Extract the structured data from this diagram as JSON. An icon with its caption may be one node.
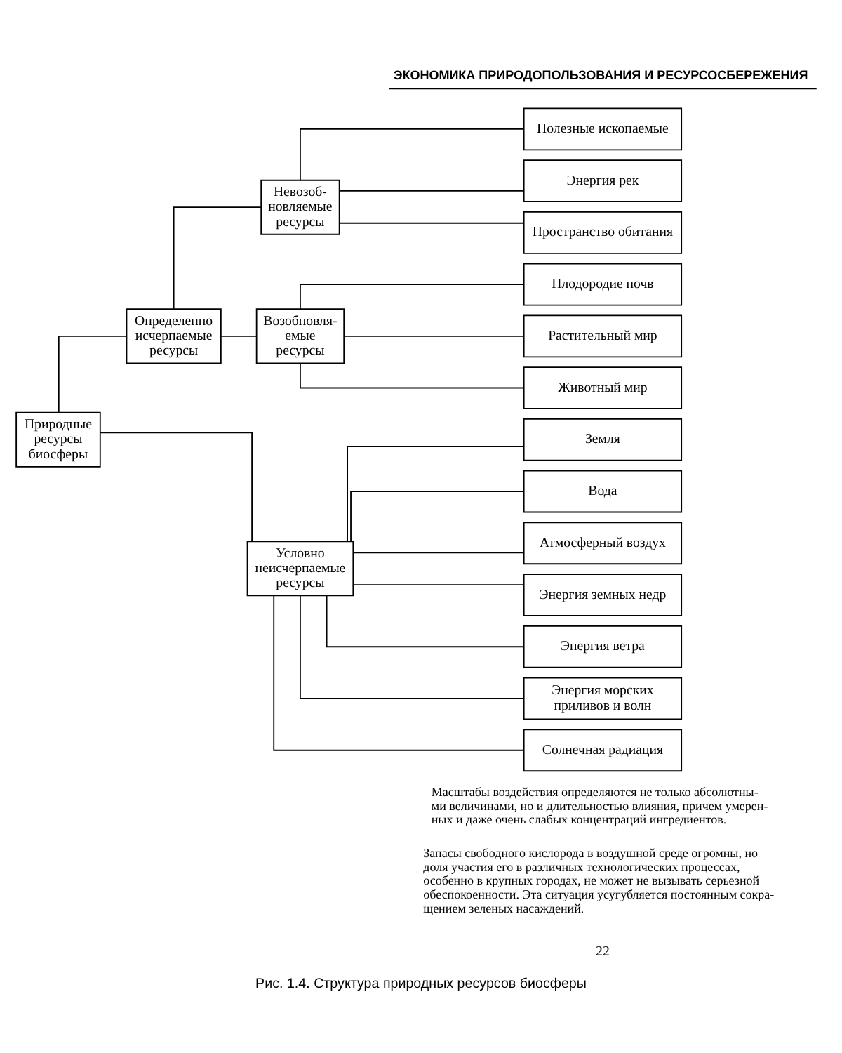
{
  "diagram": {
    "caption": "Рис. 1.4. Структура природных ресурсов биосферы",
    "nodes": [
      {
        "text": [
          "Природные ресурсы биосферы"
        ]
      },
      {
        "text": [
          "Определенно исчерпаемые ресурсы"
        ]
      },
      {
        "text": [
          "Невозоб- новляемые ресурсы"
        ]
      },
      {
        "text": [
          "Полезные ископаемые"
        ]
      },
      {
        "text": [
          "Энергия рек"
        ]
      },
      {
        "text": [
          "Пространство обитания"
        ]
      },
      {
        "text": [
          "Возобновля- емые ресурсы"
        ]
      },
      {
        "text": [
          "Плодородие почв"
        ]
      },
      {
        "text": [
          "Растительный мир"
        ]
      },
      {
        "text": [
          "Животный мир"
        ]
      },
      {
        "text": [
          "Условно неисчерпаемые ресурсы"
        ]
      },
      {
        "text": [
          "Земля"
        ]
      },
      {
        "text": [
          "Вода"
        ]
      },
      {
        "text": [
          "Атмосферный воздух"
        ]
      },
      {
        "text": [
          "Энергия земных недр"
        ]
      },
      {
        "text": [
          "Энергия ветра"
        ]
      },
      {
        "text": [
          "Энергия морских приливов и волн"
        ]
      },
      {
        "text": [
          "Солнечная радиация"
        ]
      }
    ],
    "edges": [
      {
        "from": 0,
        "to": 1,
        "arrow": "none"
      },
      {
        "from": 0,
        "to": 10,
        "arrow": "none"
      },
      {
        "from": 1,
        "to": 2,
        "arrow": "none"
      },
      {
        "from": 1,
        "to": 6,
        "arrow": "none"
      },
      {
        "from": 2,
        "to": 3,
        "arrow": "none"
      },
      {
        "from": 2,
        "to": 4,
        "arrow": "none"
      },
      {
        "from": 2,
        "to": 5,
        "arrow": "none"
      },
      {
        "from": 6,
        "to": 7,
        "arrow": "none"
      },
      {
        "from": 6,
        "to": 8,
        "arrow": "none"
      },
      {
        "from": 6,
        "to": 9,
        "arrow": "none"
      },
      {
        "from": 10,
        "to": 11,
        "arrow": "none"
      },
      {
        "from": 10,
        "to": 12,
        "arrow": "none"
      },
      {
        "from": 10,
        "to": 13,
        "arrow": "none"
      },
      {
        "from": 10,
        "to": 14,
        "arrow": "none"
      },
      {
        "from": 10,
        "to": 15,
        "arrow": "none"
      },
      {
        "from": 10,
        "to": 16,
        "arrow": "none"
      },
      {
        "from": 10,
        "to": 17,
        "arrow": "none"
      }
    ],
    "labels": [
      "ЭКОНОМИКА ПРИРОДОПОЛЬЗОВАНИЯ И РЕСУРСОСБЕРЕЖЕНИЯ",
      "Масштабы воздействия определяются не только абсолютны- ми величинами, но и длительностью влияния, причем умерен- ных и даже очень слабых концентраций ингредиентов.",
      "Запасы свободного кислорода в воздушной среде огромны, но доля участия его в различных технологических процессах, особенно в крупных городах, не может не вызывать серьезной обеспокоенности. Эта ситуация усугубляется постоянным сокра- щением зеленых насаждений.",
      "22"
    ]
  }
}
